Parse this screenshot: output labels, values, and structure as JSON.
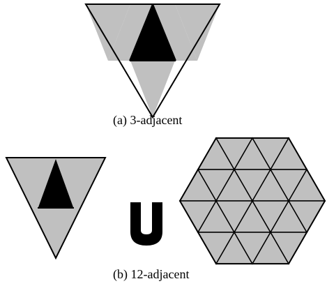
{
  "captions": {
    "a": "(a) 3-adjacent",
    "b": "(b) 12-adjacent"
  },
  "union_symbol": "U",
  "colors": {
    "neighbor": "#c0c0c0",
    "center": "#000000",
    "empty": "#ffffff",
    "stroke": "#000000"
  }
}
